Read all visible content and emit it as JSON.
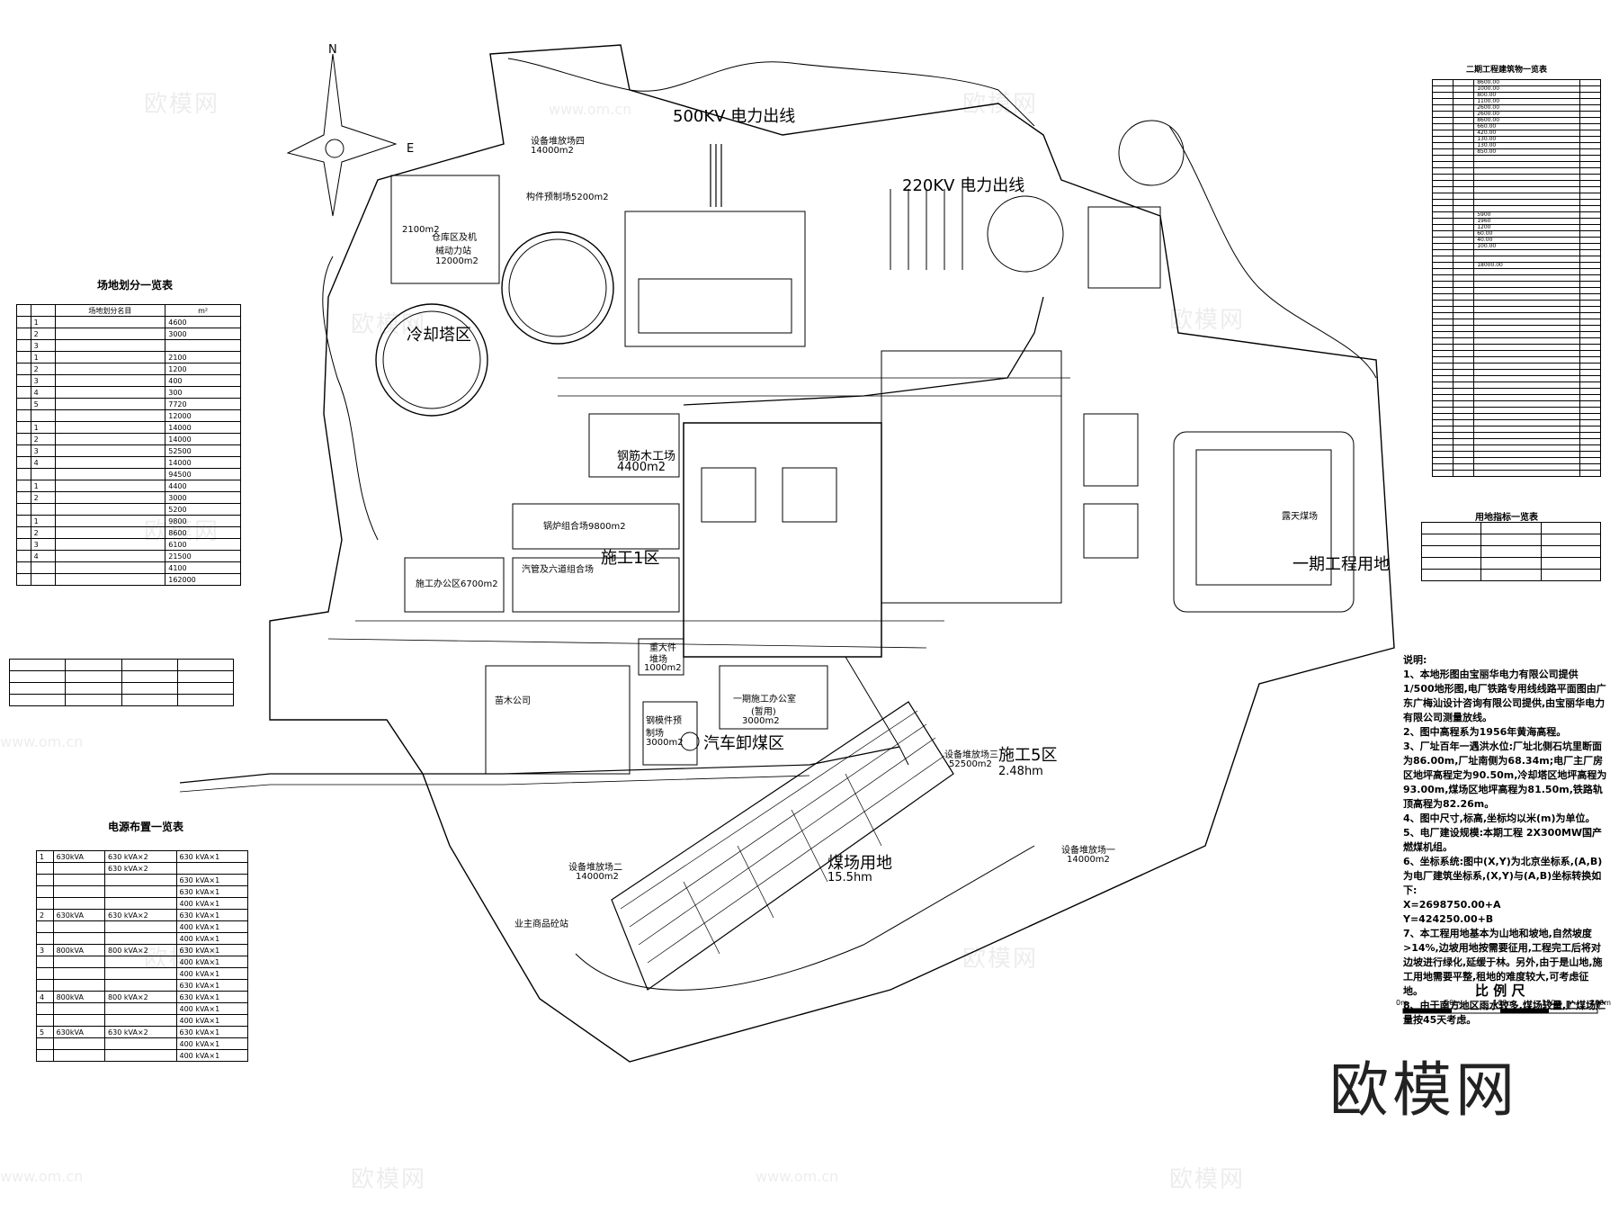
{
  "compass": {
    "north": "N",
    "east": "E"
  },
  "labels": {
    "l500kv": "500KV  电力出线",
    "l220kv": "220KV  电力出线",
    "cooling": "冷却塔区",
    "zone1": "施工1区",
    "zone5": "施工5区",
    "zone5_area": "2.48hm",
    "coal_yard": "煤场用地",
    "coal_yard_area": "15.5hm",
    "unload": "汽车卸煤区",
    "phase1": "一期工程用地",
    "coal_storage": "露天煤场",
    "equip4": "设备堆放场四",
    "equip4_area": "14000m2",
    "component": "构件预制场5200m2",
    "warehouse": "仓库区及机",
    "warehouse2": "械动力站",
    "warehouse_area": "12000m2",
    "steel": "钢筋木工场",
    "steel_area": "4400m2",
    "boiler": "锅炉组合场9800m2",
    "pipe": "汽管及六道组合场",
    "office_area": "施工办公区6700m2",
    "heavy": "重大件",
    "heavy2": "堆场",
    "heavy_area": "1000m2",
    "office1": "一期施工办公室",
    "office1_b": "(暂用)",
    "office1_area": "3000m2",
    "concrete": "钢模件预",
    "concrete2": "制场",
    "concrete_area": "3000m2",
    "equip3": "设备堆放场三",
    "equip3_area": "52500m2",
    "equip2": "设备堆放场二",
    "equip2_area": "14000m2",
    "equip1": "设备堆放场一",
    "equip1_area": "14000m2",
    "side_area": "2100m2",
    "shop": "业主商品砼站",
    "nursery": "苗木公司"
  },
  "tables": {
    "site": {
      "title": "场地划分一览表",
      "headers": [
        "",
        "",
        "场地划分名目",
        "m²"
      ],
      "rows": [
        [
          "",
          "1",
          "",
          "4600"
        ],
        [
          "",
          "2",
          "",
          "3000"
        ],
        [
          "",
          "3",
          "",
          ""
        ],
        [
          "",
          "1",
          "",
          "2100"
        ],
        [
          "",
          "2",
          "",
          "1200"
        ],
        [
          "",
          "3",
          "",
          "400"
        ],
        [
          "",
          "4",
          "",
          "300"
        ],
        [
          "",
          "5",
          "",
          "7720"
        ],
        [
          "",
          "",
          "",
          "12000"
        ],
        [
          "",
          "1",
          "",
          "14000"
        ],
        [
          "",
          "2",
          "",
          "14000"
        ],
        [
          "",
          "3",
          "",
          "52500"
        ],
        [
          "",
          "4",
          "",
          "14000"
        ],
        [
          "",
          "",
          "",
          "94500"
        ],
        [
          "",
          "1",
          "",
          "4400"
        ],
        [
          "",
          "2",
          "",
          "3000"
        ],
        [
          "",
          "",
          "",
          "5200"
        ],
        [
          "",
          "1",
          "",
          "9800"
        ],
        [
          "",
          "2",
          "",
          "8600"
        ],
        [
          "",
          "3",
          "",
          "6100"
        ],
        [
          "",
          "4",
          "",
          "21500"
        ],
        [
          "",
          "",
          "",
          "4100"
        ],
        [
          "",
          "",
          "",
          "162000"
        ]
      ]
    },
    "legend": {
      "title": "",
      "rows": [
        [
          "",
          "",
          "",
          ""
        ],
        [
          "",
          "",
          "",
          ""
        ],
        [
          "",
          "",
          "",
          ""
        ],
        [
          "",
          "",
          "",
          ""
        ]
      ]
    },
    "power": {
      "title": "电源布置一览表",
      "rows": [
        [
          "1",
          "630kVA",
          "630 kVA×2",
          "630 kVA×1"
        ],
        [
          "",
          "",
          "630 kVA×2",
          ""
        ],
        [
          "",
          "",
          "",
          "630 kVA×1"
        ],
        [
          "",
          "",
          "",
          "630 kVA×1"
        ],
        [
          "",
          "",
          "",
          "400 kVA×1"
        ],
        [
          "2",
          "630kVA",
          "630 kVA×2",
          "630 kVA×1"
        ],
        [
          "",
          "",
          "",
          "400 kVA×1"
        ],
        [
          "",
          "",
          "",
          "400 kVA×1"
        ],
        [
          "3",
          "800kVA",
          "800 kVA×2",
          "630 kVA×1"
        ],
        [
          "",
          "",
          "",
          "400 kVA×1"
        ],
        [
          "",
          "",
          "",
          "400 kVA×1"
        ],
        [
          "",
          "",
          "",
          "630 kVA×1"
        ],
        [
          "4",
          "800kVA",
          "800 kVA×2",
          "630 kVA×1"
        ],
        [
          "",
          "",
          "",
          "400 kVA×1"
        ],
        [
          "",
          "",
          "",
          "400 kVA×1"
        ],
        [
          "5",
          "630kVA",
          "630 kVA×2",
          "630 kVA×1"
        ],
        [
          "",
          "",
          "",
          "400 kVA×1"
        ],
        [
          "",
          "",
          "",
          "400 kVA×1"
        ]
      ]
    },
    "buildings": {
      "title": "二期工程建筑物一览表",
      "values": [
        "8600.00",
        "1000.00",
        "800.00",
        "1100.00",
        "2600.00",
        "2600.00",
        "8600.00",
        "660.00",
        "420.00",
        "130.00",
        "130.00",
        "850.00",
        "",
        "",
        "",
        "",
        "",
        "",
        "",
        "",
        "",
        "5900",
        "1960",
        "1200",
        "60.00",
        "40.00",
        "100.00",
        "",
        "",
        "18000.00",
        "",
        "",
        "",
        "",
        "",
        "",
        "",
        "",
        "",
        "",
        "",
        "",
        "",
        "",
        "",
        "",
        "",
        "",
        "",
        "",
        "",
        "",
        "",
        "",
        "",
        "",
        "",
        "",
        "",
        "",
        "",
        "",
        ""
      ]
    },
    "land": {
      "title": "用地指标一览表",
      "rows": [
        [
          "",
          "",
          ""
        ],
        [
          "",
          "",
          ""
        ],
        [
          "",
          "",
          ""
        ],
        [
          "",
          "",
          ""
        ],
        [
          "",
          "",
          ""
        ]
      ]
    }
  },
  "notes": {
    "title": "说明:",
    "items": [
      "1、本地形图由宝丽华电力有限公司提供1/500地形图,电厂铁路专用线线路平面图由广东广梅汕设计咨询有限公司提供,由宝丽华电力有限公司测量放线。",
      "2、图中高程系为1956年黄海高程。",
      "3、厂址百年一遇洪水位:厂址北侧石坑里断面为86.00m,厂址南侧为68.34m;电厂主厂房区地坪高程定为90.50m,冷却塔区地坪高程为93.00m,煤场区地坪高程为81.50m,铁路轨顶高程为82.26m。",
      "4、图中尺寸,标高,坐标均以米(m)为单位。",
      "5、电厂建设规模:本期工程 2X300MW国产燃煤机组。",
      "6、坐标系统:图中(X,Y)为北京坐标系,(A,B)为电厂建筑坐标系,(X,Y)与(A,B)坐标转换如下:",
      "X=2698750.00+A",
      "Y=424250.00+B",
      "7、本工程用地基本为山地和坡地,自然坡度>14%,边坡用地按需要征用,工程完工后将对边坡进行绿化,延缓于林。另外,由于是山地,施工用地需要平整,租地的难度较大,可考虑征地。",
      "8、由于南方地区雨水较多,煤场较量,贮煤场贮量按45天考虑。"
    ]
  },
  "scale": {
    "title": "比 例 尺",
    "ticks": [
      "0m",
      "50m",
      "100m",
      "150m",
      "200m"
    ]
  },
  "watermark": {
    "text": "欧模网",
    "url": "www.om.cn"
  }
}
